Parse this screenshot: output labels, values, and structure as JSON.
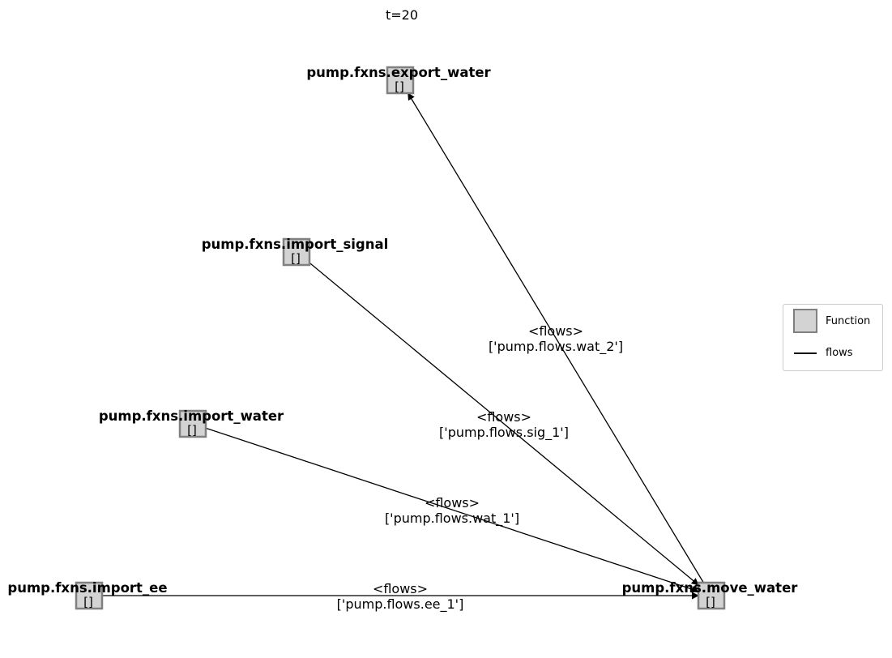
{
  "title": "t=20",
  "colors": {
    "node_fill": "#d3d3d3",
    "node_border": "#808080",
    "edge": "#000000"
  },
  "nodes": [
    {
      "id": "export_water",
      "name": "pump.fxns.export_water",
      "state": "[]"
    },
    {
      "id": "import_signal",
      "name": "pump.fxns.import_signal",
      "state": "[]"
    },
    {
      "id": "import_water",
      "name": "pump.fxns.import_water",
      "state": "[]"
    },
    {
      "id": "import_ee",
      "name": "pump.fxns.import_ee",
      "state": "[]"
    },
    {
      "id": "move_water",
      "name": "pump.fxns.move_water",
      "state": "[]"
    }
  ],
  "edges": [
    {
      "from": "move_water",
      "to": "export_water",
      "type": "<flows>",
      "flows": "['pump.flows.wat_2']"
    },
    {
      "from": "import_signal",
      "to": "move_water",
      "type": "<flows>",
      "flows": "['pump.flows.sig_1']"
    },
    {
      "from": "import_water",
      "to": "move_water",
      "type": "<flows>",
      "flows": "['pump.flows.wat_1']"
    },
    {
      "from": "import_ee",
      "to": "move_water",
      "type": "<flows>",
      "flows": "['pump.flows.ee_1']"
    }
  ],
  "legend": {
    "function_label": "Function",
    "flows_label": "flows",
    "function_icon": "gray-square",
    "flows_icon": "black-line"
  }
}
